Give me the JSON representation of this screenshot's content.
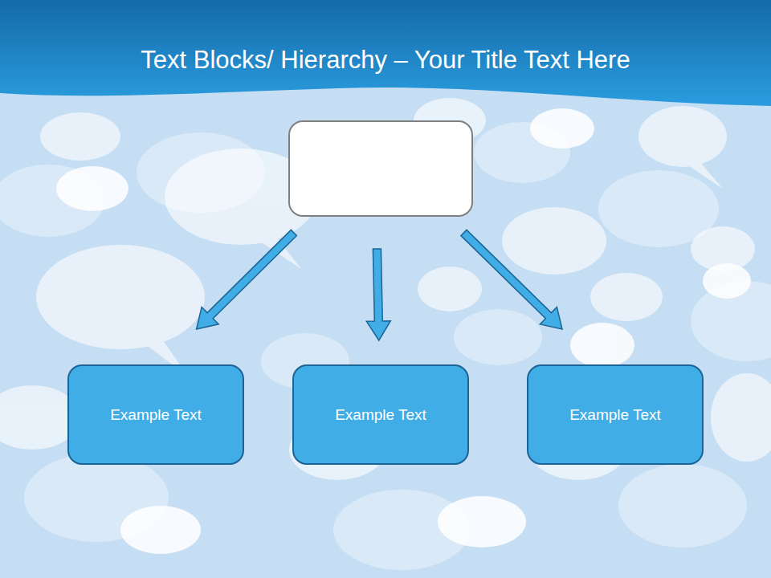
{
  "diagram": {
    "title": "Text Blocks/ Hierarchy – Your Title Text Here",
    "nodes": [
      {
        "text": []
      },
      {
        "text": [
          "Example Text"
        ]
      },
      {
        "text": [
          "Example Text"
        ]
      },
      {
        "text": [
          "Example Text"
        ]
      }
    ],
    "edges": [
      {
        "from": 0,
        "to": 1,
        "arrow": "to"
      },
      {
        "from": 0,
        "to": 2,
        "arrow": "to"
      },
      {
        "from": 0,
        "to": 3,
        "arrow": "to"
      }
    ]
  }
}
